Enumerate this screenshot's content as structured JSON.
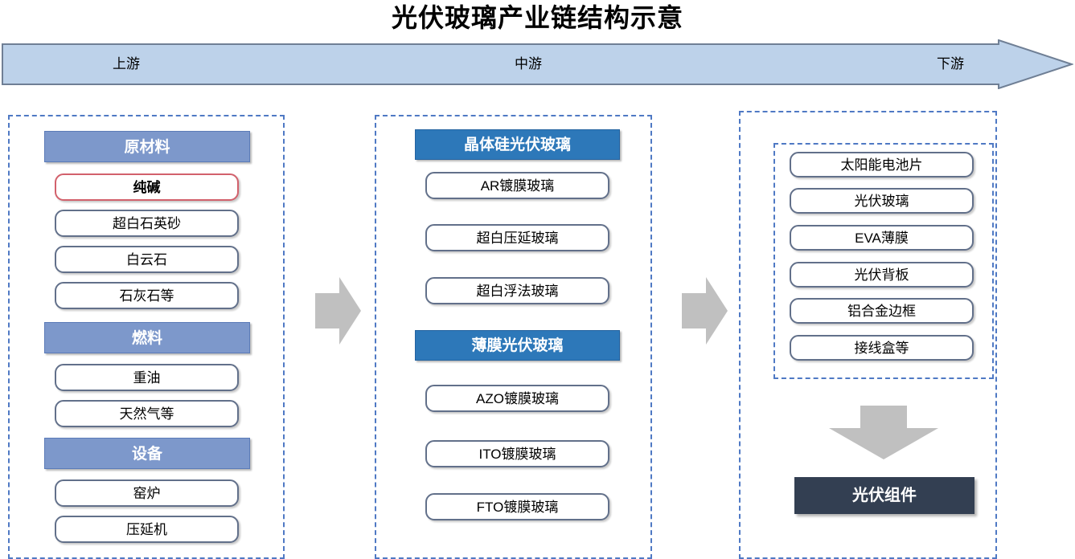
{
  "title": "光伏玻璃产业链结构示意",
  "banner": {
    "upstream": "上游",
    "midstream": "中游",
    "downstream": "下游",
    "fill_color": "#bdd2ea",
    "stroke_color": "#6f7f95"
  },
  "colors": {
    "dashed_border": "#4f79c4",
    "header_light": "#7d98cb",
    "header_strong": "#2d78b9",
    "pill_border": "#62708a",
    "pill_highlight_border": "#d2616c",
    "dark_box": "#333f52",
    "connector_arrow": "#c0c0c0"
  },
  "columns": [
    {
      "id": "upstream",
      "groups": [
        {
          "header": "原材料",
          "header_style": "light",
          "items": [
            {
              "label": "纯碱",
              "highlight": true
            },
            {
              "label": "超白石英砂",
              "highlight": false
            },
            {
              "label": "白云石",
              "highlight": false
            },
            {
              "label": "石灰石等",
              "highlight": false
            }
          ]
        },
        {
          "header": "燃料",
          "header_style": "light",
          "items": [
            {
              "label": "重油",
              "highlight": false
            },
            {
              "label": "天然气等",
              "highlight": false
            }
          ]
        },
        {
          "header": "设备",
          "header_style": "light",
          "items": [
            {
              "label": "窑炉",
              "highlight": false
            },
            {
              "label": "压延机",
              "highlight": false
            }
          ]
        }
      ]
    },
    {
      "id": "midstream",
      "groups": [
        {
          "header": "晶体硅光伏玻璃",
          "header_style": "strong",
          "items": [
            {
              "label": "AR镀膜玻璃",
              "highlight": false
            },
            {
              "label": "超白压延玻璃",
              "highlight": false
            },
            {
              "label": "超白浮法玻璃",
              "highlight": false
            }
          ]
        },
        {
          "header": "薄膜光伏玻璃",
          "header_style": "strong",
          "items": [
            {
              "label": "AZO镀膜玻璃",
              "highlight": false
            },
            {
              "label": "ITO镀膜玻璃",
              "highlight": false
            },
            {
              "label": "FTO镀膜玻璃",
              "highlight": false
            }
          ]
        }
      ]
    },
    {
      "id": "downstream",
      "items": [
        {
          "label": "太阳能电池片"
        },
        {
          "label": "光伏玻璃"
        },
        {
          "label": "EVA薄膜"
        },
        {
          "label": "光伏背板"
        },
        {
          "label": "铝合金边框"
        },
        {
          "label": "接线盒等"
        }
      ],
      "final_box": "光伏组件"
    }
  ]
}
